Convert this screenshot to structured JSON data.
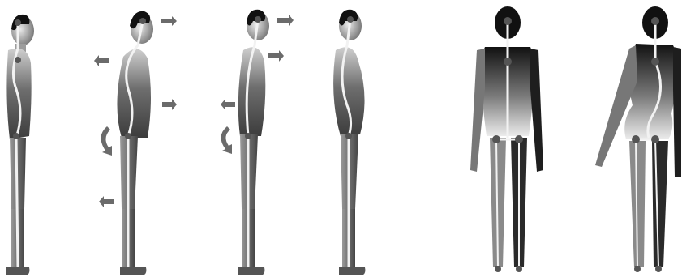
{
  "figures": [
    {
      "view": "side",
      "posture": "normal",
      "spine": "s-curve"
    },
    {
      "view": "side",
      "posture": "kyphosis-lordosis",
      "spine": "exaggerated-curve"
    },
    {
      "view": "side",
      "posture": "flat-back",
      "spine": "straightened"
    },
    {
      "view": "side",
      "posture": "sway-back",
      "spine": "shifted"
    },
    {
      "view": "back",
      "posture": "normal",
      "spine": "straight"
    },
    {
      "view": "back",
      "posture": "scoliosis",
      "spine": "lateral-curve"
    }
  ],
  "colors": {
    "body_dark": "#1a1a1a",
    "body_mid": "#707070",
    "body_light": "#d8d8d8",
    "arrow": "#6b6b6b",
    "spine_line": "#f2f2f2",
    "joint": "#555555"
  },
  "icons": [
    "arrow-right-icon",
    "arrow-left-icon",
    "curved-arrow-icon"
  ]
}
